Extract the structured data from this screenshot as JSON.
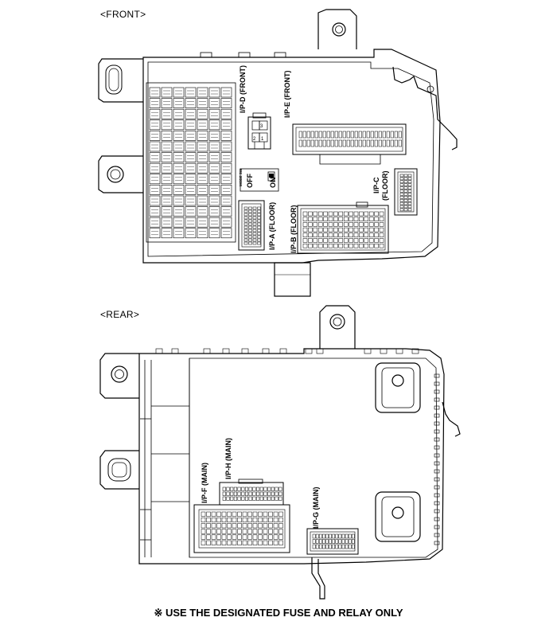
{
  "views": {
    "front_label": "<FRONT>",
    "rear_label": "<REAR>"
  },
  "connectors": {
    "front": {
      "ipd": "I/P-D (FRONT)",
      "ipe": "I/P-E (FRONT)",
      "ipa": "I/P-A (FLOOR)",
      "ipb": "I/P-B (FLOOR)",
      "ipc_line1": "I/P-C",
      "ipc_line2": "(FLOOR)"
    },
    "rear": {
      "ipf": "I/P-F (MAIN)",
      "iph": "I/P-H (MAIN)",
      "ipg": "I/P-G (MAIN)"
    }
  },
  "switch": {
    "title": "MODE SW",
    "off": "OFF",
    "on": "ON"
  },
  "relay_terminals": [
    "1",
    "2",
    "3"
  ],
  "footer": {
    "note": "※ USE THE DESIGNATED FUSE AND RELAY ONLY"
  },
  "colors": {
    "line": "#000000",
    "background": "#ffffff"
  }
}
